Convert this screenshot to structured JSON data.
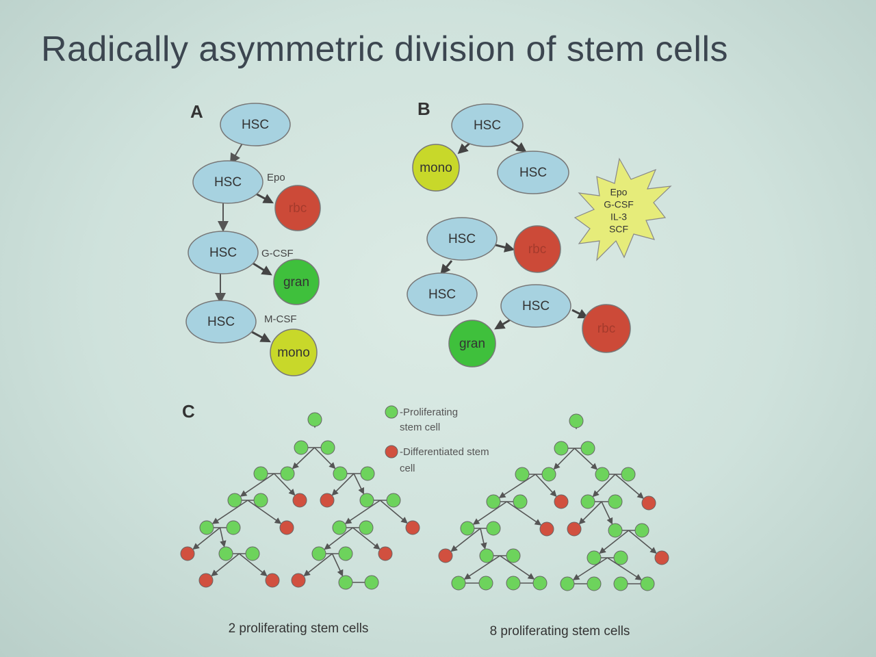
{
  "title": "Radically asymmetric division of stem cells",
  "colors": {
    "stem": "#a7d2e0",
    "rbc": "#cc4a38",
    "gran": "#3fc03c",
    "mono": "#c8d82a",
    "star": "#e6ec7a",
    "prolif": "#6dd35c",
    "diff": "#d1503f"
  },
  "panel_a": {
    "label": "A",
    "hsc": "HSC",
    "epo": "Epo",
    "gcsf": "G-CSF",
    "mcsf": "M-CSF",
    "rbc": "rbc",
    "gran": "gran",
    "mono": "mono"
  },
  "panel_b": {
    "label": "B",
    "hsc": "HSC",
    "mono": "mono",
    "rbc": "rbc",
    "gran": "gran",
    "factors": [
      "Epo",
      "G-CSF",
      "IL-3",
      "SCF"
    ]
  },
  "panel_c": {
    "label": "C",
    "legend": {
      "prolif_line1": "-Proliferating",
      "prolif_line2": "stem cell",
      "diff_line1": "-Differentiated stem",
      "diff_line2": "cell"
    },
    "caption_left": "2 proliferating stem cells",
    "caption_right": "8 proliferating stem cells"
  }
}
